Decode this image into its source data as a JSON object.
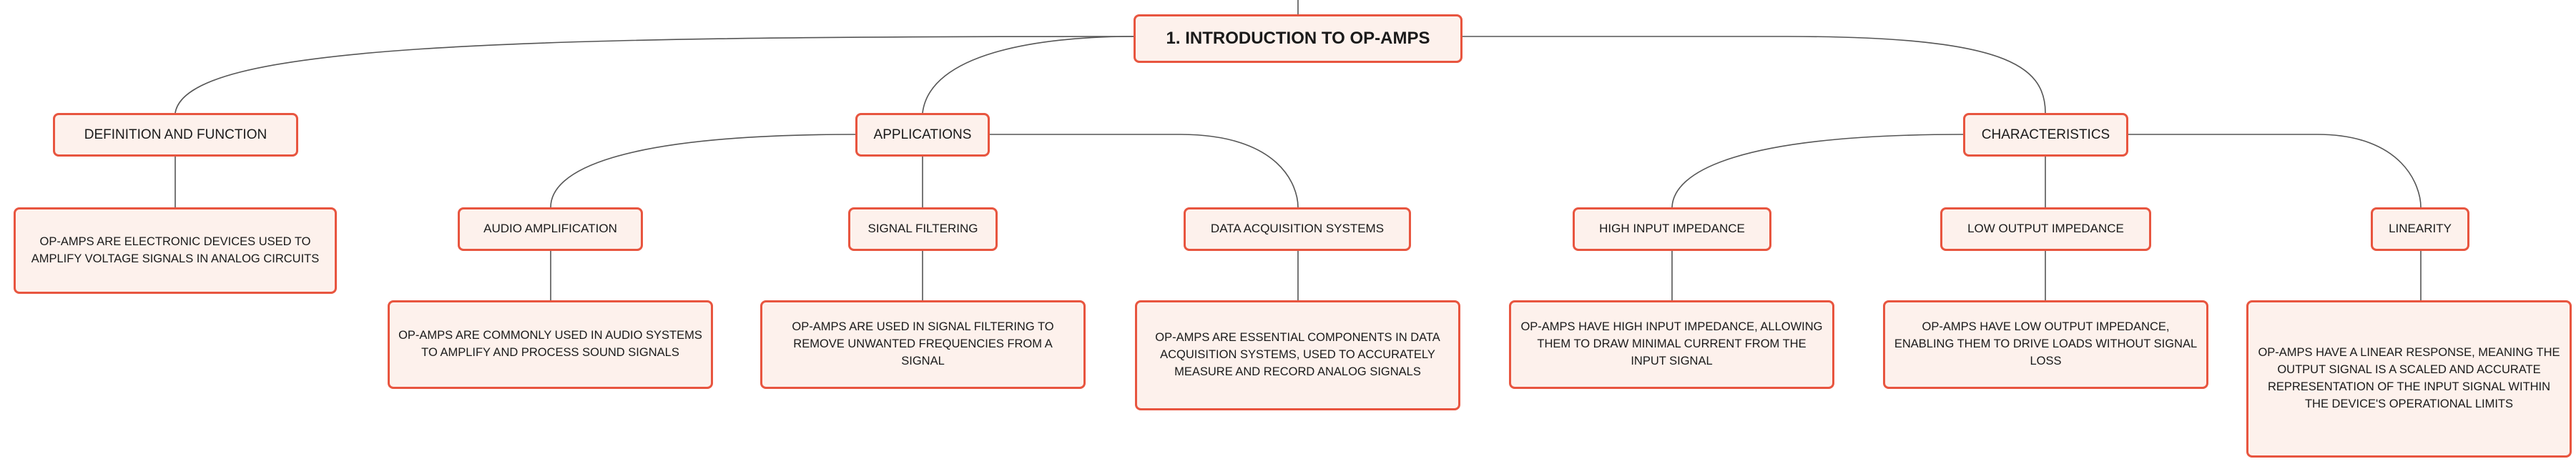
{
  "root": "1. INTRODUCTION TO OP-AMPS",
  "definition": {
    "label": "DEFINITION AND FUNCTION",
    "detail": "OP-AMPS ARE ELECTRONIC DEVICES USED TO AMPLIFY VOLTAGE SIGNALS IN ANALOG CIRCUITS"
  },
  "applications": {
    "label": "APPLICATIONS",
    "children": [
      {
        "label": "AUDIO AMPLIFICATION",
        "detail": "OP-AMPS ARE COMMONLY USED IN AUDIO SYSTEMS TO AMPLIFY AND PROCESS SOUND SIGNALS"
      },
      {
        "label": "SIGNAL FILTERING",
        "detail": "OP-AMPS ARE USED IN SIGNAL FILTERING TO REMOVE UNWANTED FREQUENCIES FROM A SIGNAL"
      },
      {
        "label": "DATA ACQUISITION SYSTEMS",
        "detail": "OP-AMPS ARE ESSENTIAL COMPONENTS IN DATA ACQUISITION SYSTEMS, USED TO ACCURATELY MEASURE AND RECORD ANALOG SIGNALS"
      }
    ]
  },
  "characteristics": {
    "label": "CHARACTERISTICS",
    "children": [
      {
        "label": "HIGH INPUT IMPEDANCE",
        "detail": "OP-AMPS HAVE HIGH INPUT IMPEDANCE, ALLOWING THEM TO DRAW MINIMAL CURRENT FROM THE INPUT SIGNAL"
      },
      {
        "label": "LOW OUTPUT IMPEDANCE",
        "detail": "OP-AMPS HAVE LOW OUTPUT IMPEDANCE, ENABLING THEM TO DRIVE LOADS WITHOUT SIGNAL LOSS"
      },
      {
        "label": "LINEARITY",
        "detail": "OP-AMPS HAVE A LINEAR RESPONSE, MEANING THE OUTPUT SIGNAL IS A SCALED AND ACCURATE REPRESENTATION OF THE INPUT SIGNAL WITHIN THE DEVICE'S OPERATIONAL LIMITS"
      }
    ]
  },
  "colors": {
    "border": "#e8553f",
    "fill": "#fdf1ec",
    "connector": "#555555"
  }
}
